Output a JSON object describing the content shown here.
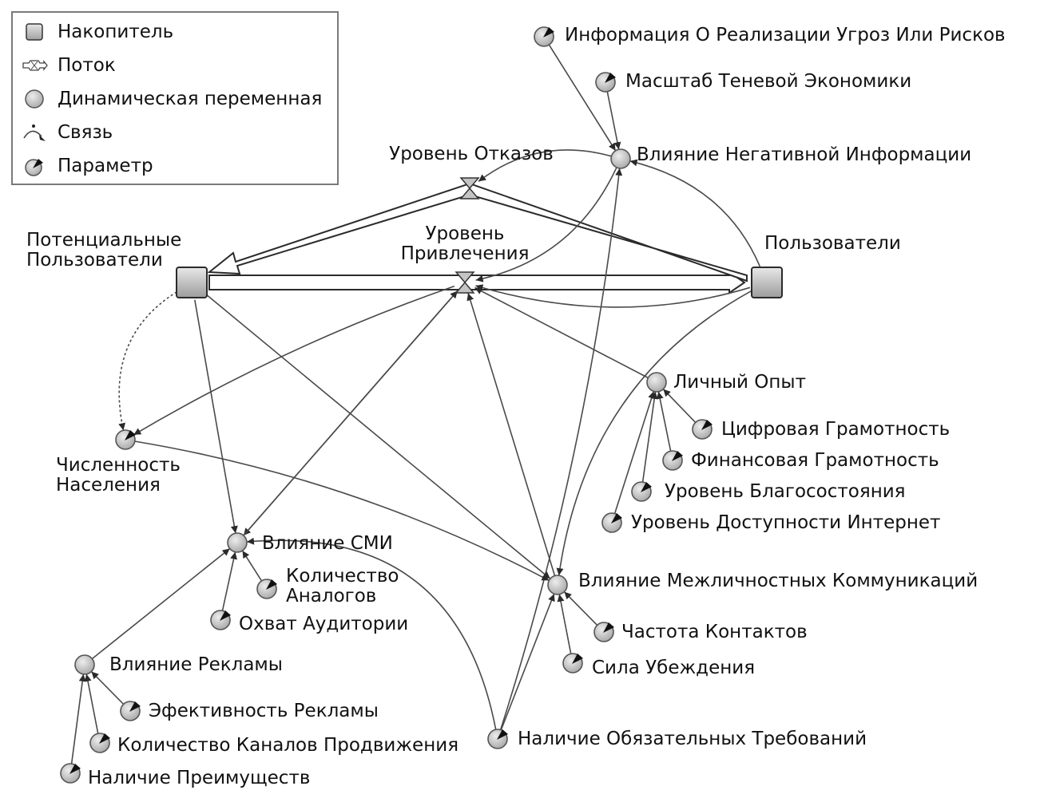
{
  "legend": {
    "items": [
      {
        "key": "stock",
        "label": "Накопитель",
        "icon": "square-stock-icon"
      },
      {
        "key": "flow",
        "label": "Поток",
        "icon": "flow-pipe-icon"
      },
      {
        "key": "variable",
        "label": "Динамическая переменная",
        "icon": "circle-variable-icon"
      },
      {
        "key": "link",
        "label": "Связь",
        "icon": "curved-arrow-link-icon"
      },
      {
        "key": "parameter",
        "label": "Параметр",
        "icon": "parameter-dial-icon"
      }
    ]
  },
  "colors": {
    "node_fill_light": "#e4e4e4",
    "node_fill_dark": "#a8a8a8",
    "line": "#4a4a4a",
    "border": "#7a7a7a"
  },
  "stocks": [
    {
      "id": "potential",
      "label_lines": [
        "Потенциальные",
        "Пользователи"
      ]
    },
    {
      "id": "users",
      "label_lines": [
        "Пользователи"
      ]
    }
  ],
  "flows": [
    {
      "id": "refusals",
      "label_lines": [
        "Уровень Отказов"
      ],
      "from": "users",
      "to": "potential"
    },
    {
      "id": "attraction",
      "label_lines": [
        "Уровень",
        "Привлечения"
      ],
      "from": "potential",
      "to": "users"
    }
  ],
  "variables": [
    {
      "id": "neg_info",
      "label": "Влияние Негативной Информации"
    },
    {
      "id": "personal_exp",
      "label": "Личный Опыт"
    },
    {
      "id": "media",
      "label": "Влияние СМИ"
    },
    {
      "id": "interpersonal",
      "label": "Влияние Межличностных Коммуникаций"
    },
    {
      "id": "advert",
      "label": "Влияние Рекламы"
    }
  ],
  "parameters": [
    {
      "id": "threat_info",
      "label_lines": [
        "Информация О Реализации Угроз Или Рисков"
      ]
    },
    {
      "id": "shadow_econ",
      "label_lines": [
        "Масштаб Теневой Экономики"
      ]
    },
    {
      "id": "population",
      "label_lines": [
        "Численность",
        "Населения"
      ]
    },
    {
      "id": "digital_lit",
      "label_lines": [
        "Цифровая Грамотность"
      ]
    },
    {
      "id": "fin_lit",
      "label_lines": [
        "Финансовая Грамотность"
      ]
    },
    {
      "id": "welfare",
      "label_lines": [
        "Уровень Благосостояния"
      ]
    },
    {
      "id": "internet",
      "label_lines": [
        "Уровень Доступности Интернет"
      ]
    },
    {
      "id": "analogs",
      "label_lines": [
        "Количество",
        "Аналогов"
      ]
    },
    {
      "id": "audience",
      "label_lines": [
        "Охват Аудитории"
      ]
    },
    {
      "id": "contacts",
      "label_lines": [
        "Частота Контактов"
      ]
    },
    {
      "id": "persuasion",
      "label_lines": [
        "Сила Убеждения"
      ]
    },
    {
      "id": "ad_eff",
      "label_lines": [
        "Эфективность Рекламы"
      ]
    },
    {
      "id": "channels",
      "label_lines": [
        "Количество Каналов Продвижения"
      ]
    },
    {
      "id": "advantages",
      "label_lines": [
        "Наличие Преимуществ"
      ]
    },
    {
      "id": "mandatory",
      "label_lines": [
        "Наличие Обязательных Требований"
      ]
    }
  ],
  "links": [
    {
      "from": "threat_info",
      "to": "neg_info"
    },
    {
      "from": "shadow_econ",
      "to": "neg_info"
    },
    {
      "from": "neg_info",
      "to": "refusals"
    },
    {
      "from": "neg_info",
      "to": "attraction"
    },
    {
      "from": "users",
      "to": "neg_info"
    },
    {
      "from": "mandatory",
      "to": "neg_info"
    },
    {
      "from": "users",
      "to": "attraction"
    },
    {
      "from": "users",
      "to": "interpersonal"
    },
    {
      "from": "personal_exp",
      "to": "attraction"
    },
    {
      "from": "digital_lit",
      "to": "personal_exp"
    },
    {
      "from": "fin_lit",
      "to": "personal_exp"
    },
    {
      "from": "welfare",
      "to": "personal_exp"
    },
    {
      "from": "internet",
      "to": "personal_exp"
    },
    {
      "from": "potential",
      "to": "population",
      "dashed": true
    },
    {
      "from": "attraction",
      "to": "population"
    },
    {
      "from": "population",
      "to": "interpersonal"
    },
    {
      "from": "potential",
      "to": "media"
    },
    {
      "from": "potential",
      "to": "interpersonal"
    },
    {
      "from": "attraction",
      "to": "media"
    },
    {
      "from": "mandatory",
      "to": "media"
    },
    {
      "from": "media",
      "to": "attraction"
    },
    {
      "from": "interpersonal",
      "to": "attraction"
    },
    {
      "from": "analogs",
      "to": "media"
    },
    {
      "from": "audience",
      "to": "media"
    },
    {
      "from": "advert",
      "to": "media"
    },
    {
      "from": "contacts",
      "to": "interpersonal"
    },
    {
      "from": "persuasion",
      "to": "interpersonal"
    },
    {
      "from": "mandatory",
      "to": "interpersonal"
    },
    {
      "from": "ad_eff",
      "to": "advert"
    },
    {
      "from": "channels",
      "to": "advert"
    },
    {
      "from": "advantages",
      "to": "advert"
    }
  ]
}
